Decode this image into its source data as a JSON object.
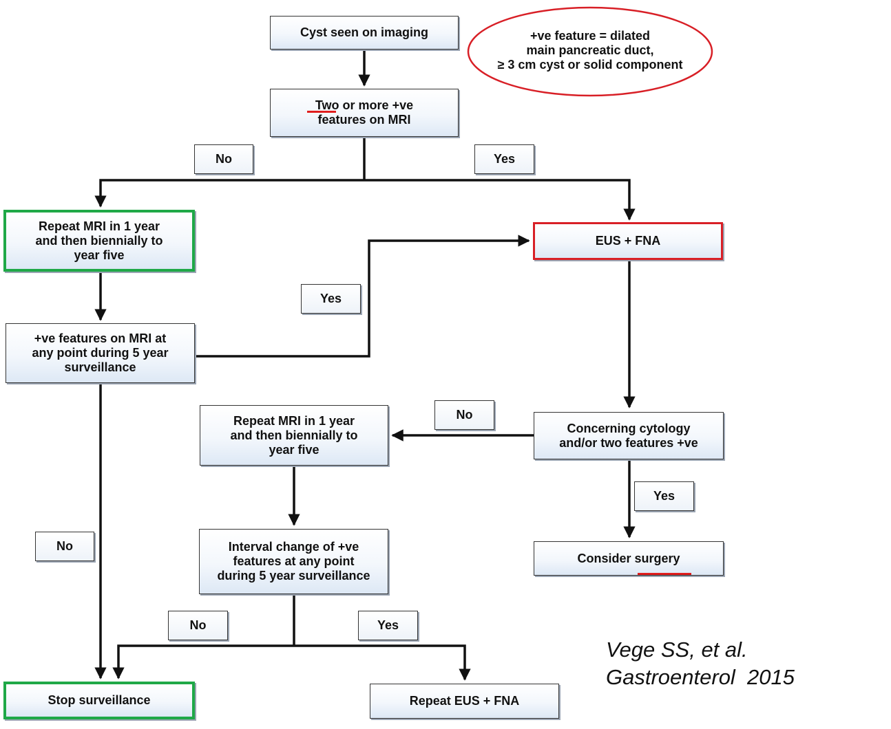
{
  "nodes": {
    "cyst_seen": "Cyst seen on imaging",
    "two_or_more": "Two or more +ve\nfeatures on MRI",
    "repeat_mri_left": "Repeat MRI in 1 year\nand then biennially to\nyear five",
    "eus_fna": "EUS + FNA",
    "ve_features_surveillance": "+ve features on MRI at\nany point during 5 year\nsurveillance",
    "repeat_mri_mid": "Repeat MRI in 1 year\nand then biennially to\nyear five",
    "concerning_cytology": "Concerning cytology\nand/or two features +ve",
    "interval_change": "Interval change of +ve\nfeatures at any point\nduring 5 year surveillance",
    "consider_surgery": "Consider surgery",
    "stop_surveillance": "Stop surveillance",
    "repeat_eus_fna": "Repeat EUS + FNA"
  },
  "edge_labels": {
    "no_top": "No",
    "yes_top": "Yes",
    "yes_surveillance": "Yes",
    "no_cytology": "No",
    "yes_cytology": "Yes",
    "no_left": "No",
    "no_interval": "No",
    "yes_interval": "Yes"
  },
  "note": "+ve feature = dilated\nmain pancreatic duct,\n≥ 3 cm cyst or solid component",
  "citation": {
    "line1": "Vege SS, et al.",
    "line2": "Gastroenterol  2015"
  },
  "colors": {
    "highlight_green": "#1fa847",
    "highlight_red": "#d81f26",
    "connector": "#111111"
  }
}
